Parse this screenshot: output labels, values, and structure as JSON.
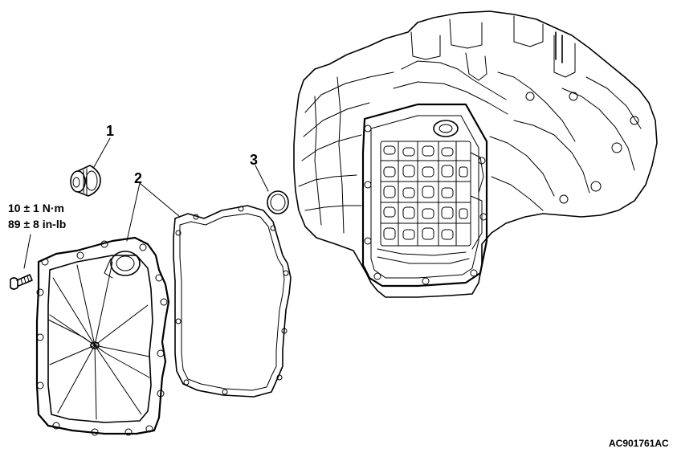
{
  "callouts": {
    "part1": "1",
    "part2": "2",
    "part3": "3"
  },
  "torque": {
    "line1": "10 ± 1 N·m",
    "line2": "89 ± 8 in-lb"
  },
  "figure_code": "AC901761AC"
}
